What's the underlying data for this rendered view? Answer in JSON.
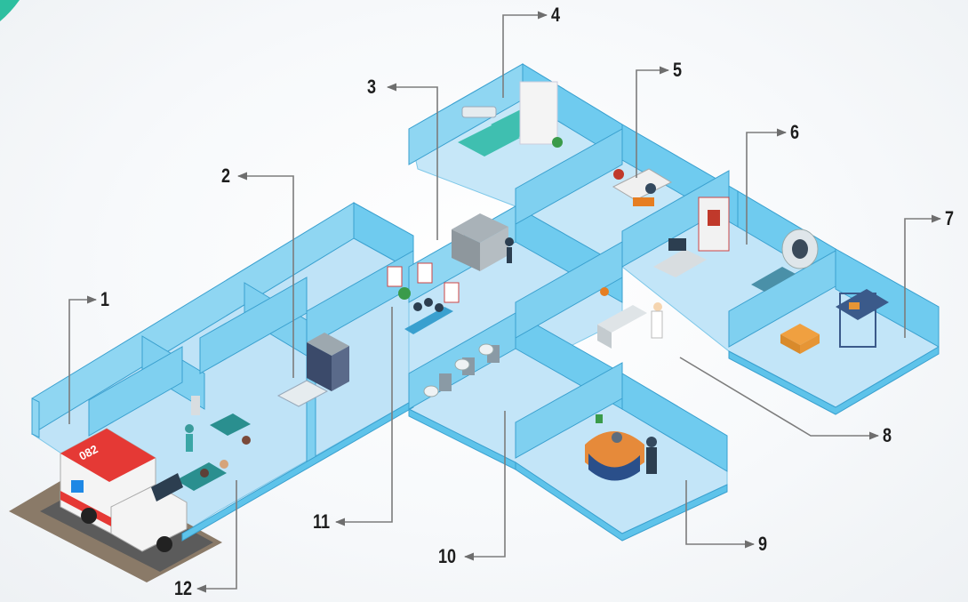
{
  "ambulance": {
    "number": "082"
  },
  "callouts": [
    {
      "id": "1",
      "label": "1"
    },
    {
      "id": "2",
      "label": "2"
    },
    {
      "id": "3",
      "label": "3"
    },
    {
      "id": "4",
      "label": "4"
    },
    {
      "id": "5",
      "label": "5"
    },
    {
      "id": "6",
      "label": "6"
    },
    {
      "id": "7",
      "label": "7"
    },
    {
      "id": "8",
      "label": "8"
    },
    {
      "id": "9",
      "label": "9"
    },
    {
      "id": "10",
      "label": "10"
    },
    {
      "id": "11",
      "label": "11"
    },
    {
      "id": "12",
      "label": "12"
    }
  ],
  "colors": {
    "floor": "#bfe3f7",
    "wall_top": "#5ec3ea",
    "wall_face": "#8fd6f2",
    "wall_edge": "#3aa0cf",
    "leader": "#7c7c7c",
    "accent_corner": "#2dbfa0"
  }
}
